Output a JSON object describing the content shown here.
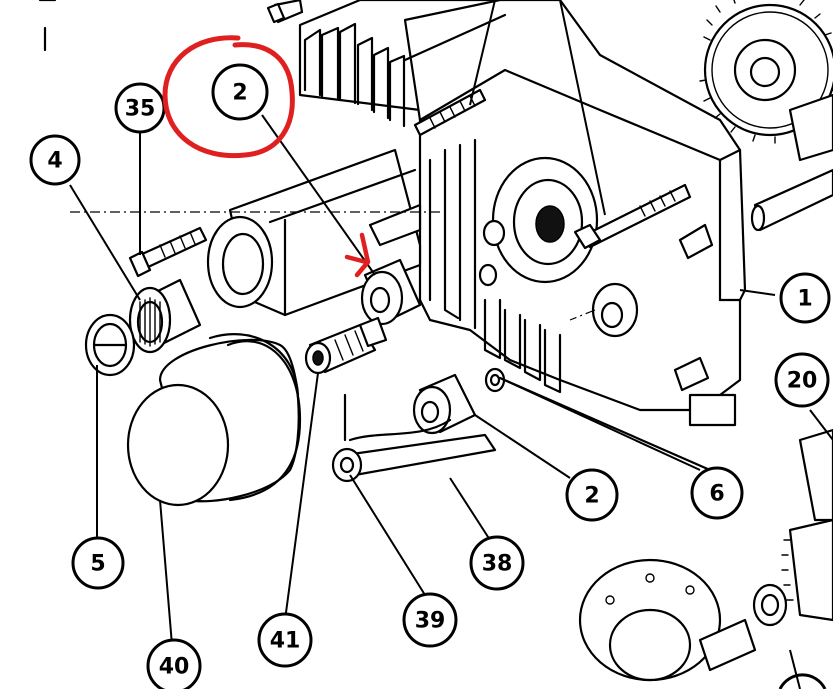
{
  "callouts": [
    {
      "id": "c35",
      "label": "35"
    },
    {
      "id": "c2a",
      "label": "2"
    },
    {
      "id": "c4",
      "label": "4"
    },
    {
      "id": "c1",
      "label": "1"
    },
    {
      "id": "c20",
      "label": "20"
    },
    {
      "id": "c5",
      "label": "5"
    },
    {
      "id": "c40",
      "label": "40"
    },
    {
      "id": "c41",
      "label": "41"
    },
    {
      "id": "c39",
      "label": "39"
    },
    {
      "id": "c38",
      "label": "38"
    },
    {
      "id": "c2b",
      "label": "2"
    },
    {
      "id": "c6",
      "label": "6"
    }
  ],
  "annotation": {
    "circle_color": "#e02020",
    "arrow_color": "#e02020",
    "highlighted_label": "2"
  }
}
